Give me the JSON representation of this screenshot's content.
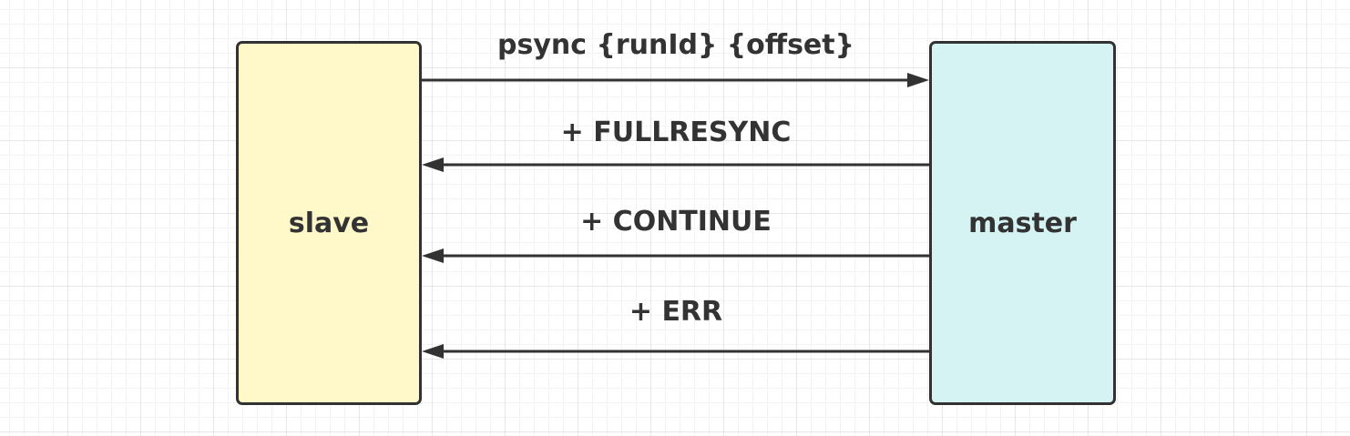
{
  "nodes": {
    "slave": {
      "label": "slave",
      "fill": "#fff8c8"
    },
    "master": {
      "label": "master",
      "fill": "#d6f3f3"
    }
  },
  "edges": [
    {
      "label": "psync {runId} {offset}",
      "from": "slave",
      "to": "master"
    },
    {
      "label": "+ FULLRESYNC",
      "from": "master",
      "to": "slave"
    },
    {
      "label": "+ CONTINUE",
      "from": "master",
      "to": "slave"
    },
    {
      "label": "+ ERR",
      "from": "master",
      "to": "slave"
    }
  ]
}
